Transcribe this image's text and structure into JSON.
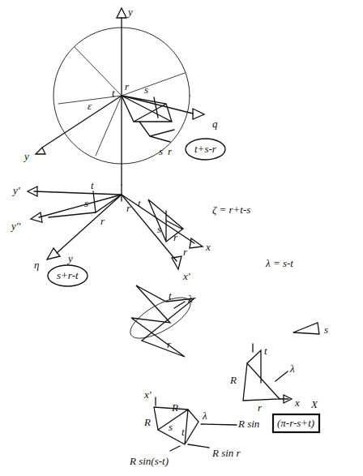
{
  "diagram": {
    "nodes": [
      {
        "text": [
          "t+s-r"
        ]
      },
      {
        "text": [
          "s+r-t"
        ]
      },
      {
        "text": [
          "(π-r-s+t)"
        ]
      }
    ],
    "labels": [
      "y",
      "r",
      "t",
      "s",
      "ε",
      "y",
      "s",
      "r",
      "q",
      "t",
      "y'",
      "y''",
      "s",
      "r",
      "r",
      "t",
      "s",
      "r",
      "r",
      "x",
      "x'",
      "y",
      "η",
      "ζ = r+t-s",
      "λ = s-t",
      "λ",
      "t",
      "r",
      "s",
      "R",
      "t",
      "λ",
      "r",
      "x",
      "x'",
      "R",
      "R",
      "s",
      "t",
      "λ",
      "R sin",
      "R sin(s-t)",
      "R sin r",
      "X"
    ]
  }
}
